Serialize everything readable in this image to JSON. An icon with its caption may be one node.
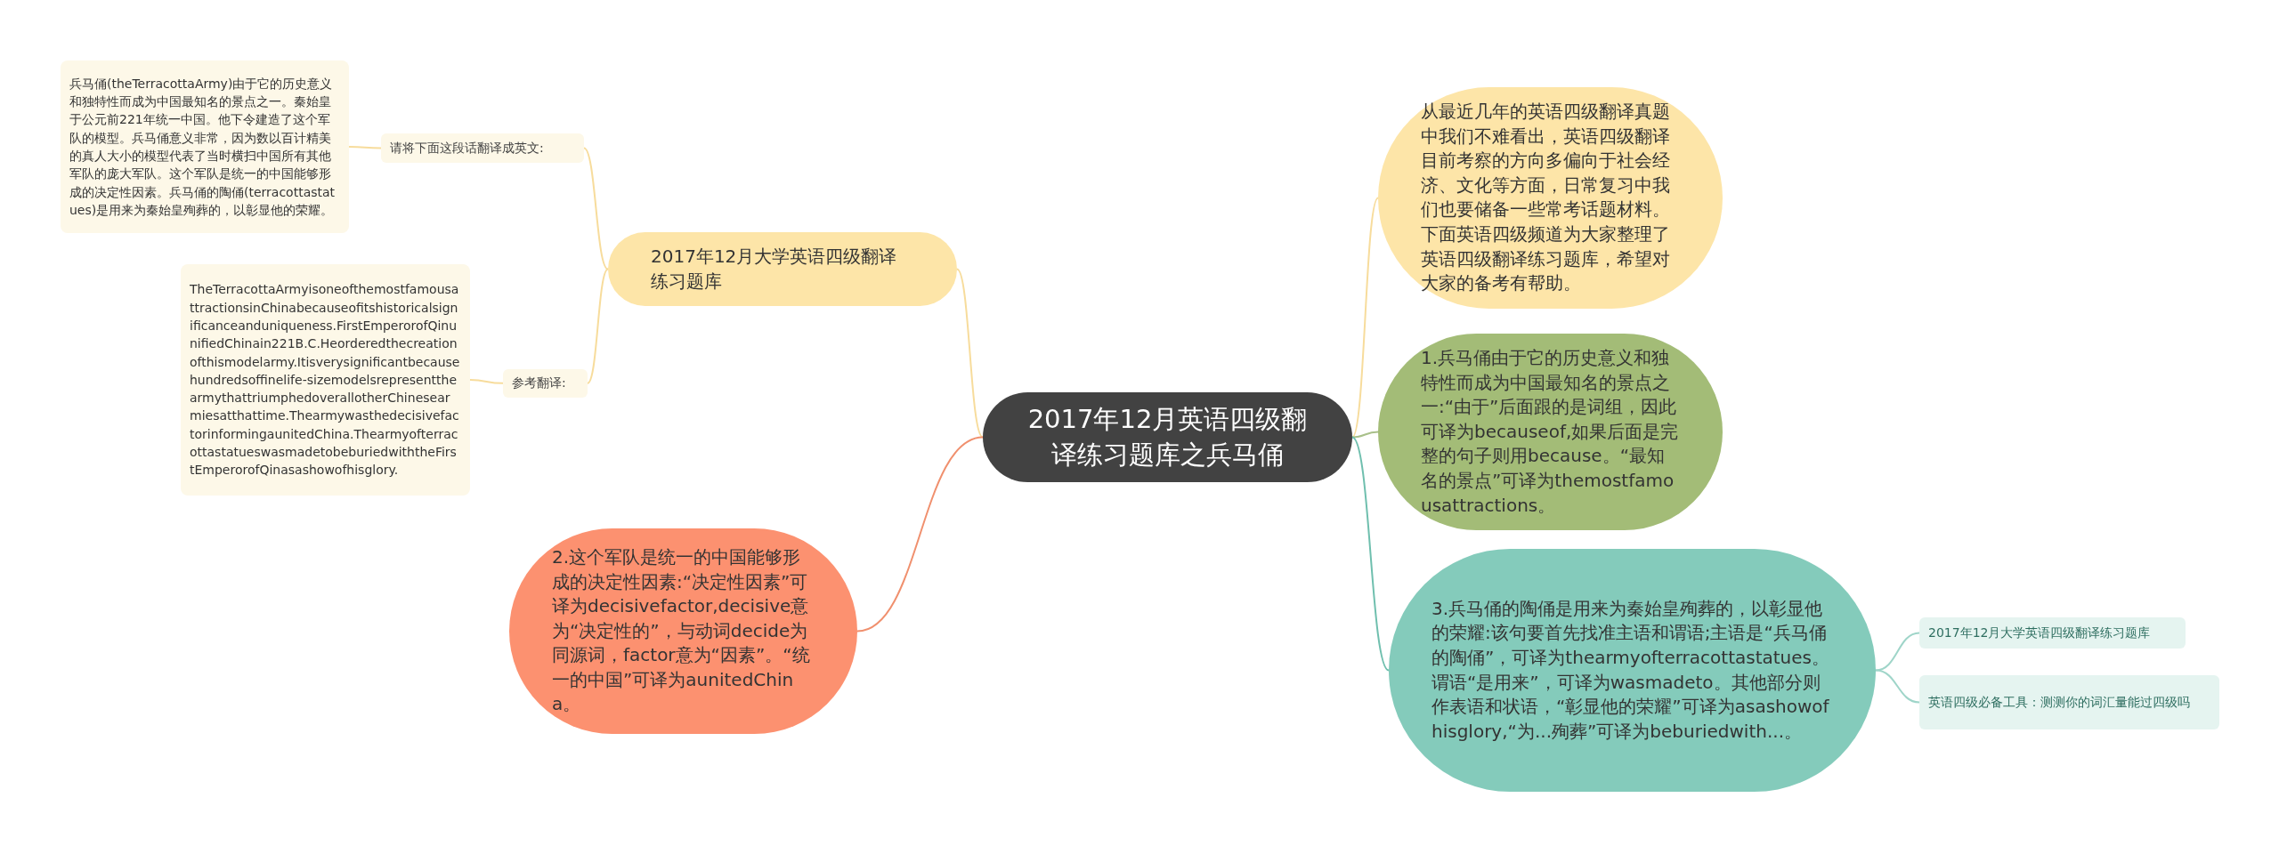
{
  "diagram": {
    "nodes": [
      {
        "text": [
          "2017年12月英语四级翻译练习题库之兵马俑"
        ]
      },
      {
        "text": [
          "2017年12月大学英语四级翻译练习题库"
        ]
      },
      {
        "text": [
          "请将下面这段话翻译成英文:"
        ]
      },
      {
        "text": [
          "兵马俑(theTerracottaArmy)由于它的历史意义和独特性而成为中国最知名的景点之一。秦始皇于公元前221年统一中国。他下令建造了这个军队的模型。兵马俑意义非常，因为数以百计精美的真人大小的模型代表了当时横扫中国所有其他军队的庞大军队。这个军队是统一的中国能够形成的决定性因素。兵马俑的陶俑(terracottastatues)是用来为秦始皇殉葬的，以彰显他的荣耀。"
        ]
      },
      {
        "text": [
          "参考翻译:"
        ]
      },
      {
        "text": [
          "TheTerracottaArmyisoneofthemostfamousattractionsinChinabecauseofitshistoricalsignificanceanduniqueness.FirstEmperorofQinunifiedChinain221B.C.Heorderedthecreationofthismodelarmy.Itisverysignificantbecausehundredsoffinelife-sizemodelsrepresentthearmythattriumphedoverallotherChinesearmiesatthattime.ThearmywasthedecisivefactorinformingaunitedChina.ThearmyofterracottastatueswasmadetobeburiedwiththeFirstEmperorofQinasashowofhisglory."
        ]
      },
      {
        "text": [
          "2.这个军队是统一的中国能够形成的决定性因素:“决定性因素”可译为decisivefactor,decisive意为“决定性的”，与动词decide为同源词，factor意为“因素”。“统一的中国”可译为aunitedChina。"
        ]
      },
      {
        "text": [
          "从最近几年的英语四级翻译真题中我们不难看出，英语四级翻译目前考察的方向多偏向于社会经济、文化等方面，日常复习中我们也要储备一些常考话题材料。下面英语四级频道为大家整理了英语四级翻译练习题库，希望对大家的备考有帮助。"
        ]
      },
      {
        "text": [
          "1.兵马俑由于它的历史意义和独特性而成为中国最知名的景点之一:“由于”后面跟的是词组，因此可译为becauseof,如果后面是完整的句子则用because。“最知名的景点”可译为themostfamousattractions。"
        ]
      },
      {
        "text": [
          "3.兵马俑的陶俑是用来为秦始皇殉葬的，以彰显他的荣耀:该句要首先找准主语和谓语;主语是“兵马俑的陶俑”，可译为thearmyofterracottastatues。谓语“是用来”，可译为wasmadeto。其他部分则作表语和状语，“彰显他的荣耀”可译为asashowofhisglory,“为...殉葬”可译为beburiedwith...。"
        ]
      },
      {
        "text": [
          "2017年12月大学英语四级翻译练习题库"
        ]
      },
      {
        "text": [
          "英语四级必备工具：测测你的词汇量能过四级吗"
        ]
      }
    ],
    "edges": [
      {
        "from": 0,
        "to": 1,
        "arrow": "none"
      },
      {
        "from": 1,
        "to": 2,
        "arrow": "none"
      },
      {
        "from": 2,
        "to": 3,
        "arrow": "none"
      },
      {
        "from": 1,
        "to": 4,
        "arrow": "none"
      },
      {
        "from": 4,
        "to": 5,
        "arrow": "none"
      },
      {
        "from": 0,
        "to": 6,
        "arrow": "none",
        "color": "#f0906e"
      },
      {
        "from": 0,
        "to": 7,
        "arrow": "none"
      },
      {
        "from": 0,
        "to": 8,
        "arrow": "none",
        "color": "#a9c08a"
      },
      {
        "from": 0,
        "to": 9,
        "arrow": "none",
        "color": "#6fbfae"
      },
      {
        "from": 9,
        "to": 10,
        "arrow": "none",
        "color": "#9fd5c9"
      },
      {
        "from": 9,
        "to": 11,
        "arrow": "none",
        "color": "#9fd5c9"
      }
    ]
  }
}
